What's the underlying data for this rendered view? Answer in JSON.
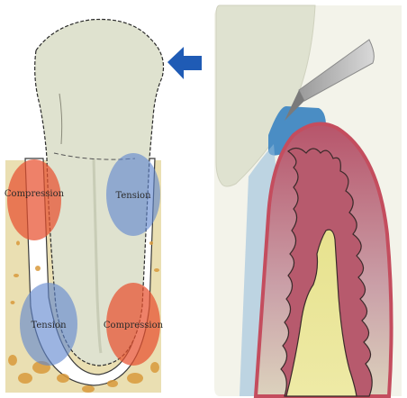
{
  "left_panel": {
    "labels": {
      "compression_upper": "Compression",
      "tension_upper": "Tension",
      "tension_lower": "Tension",
      "compression_lower": "Compression"
    },
    "force_arrow": {
      "direction": "left",
      "color": "#1f5bb5"
    },
    "colors": {
      "compression_zone": "#e8502f",
      "tension_zone": "#5f86cf",
      "bone": "#eadfb2",
      "tooth": "#dfe2cf"
    }
  },
  "right_panel": {
    "instrument_icon": "probe-instrument-icon",
    "colors": {
      "gingiva_outline": "#c44d5e",
      "gingiva_fill": "#b7546a",
      "pocket_deposit": "#4a8dc4",
      "bone_core": "#e6e38a"
    }
  }
}
